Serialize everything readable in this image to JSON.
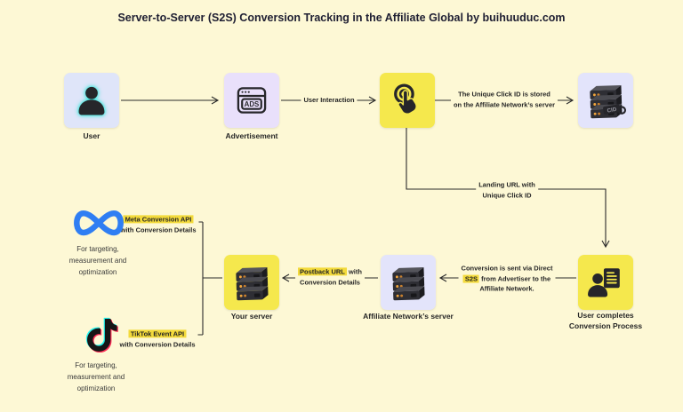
{
  "title": "Server-to-Server (S2S) Conversion Tracking in the Affiliate Global by buihuuduc.com",
  "colors": {
    "background": "#fdf8d5",
    "node_yellow": "#f5e84d",
    "node_lavender": "#e3e4fb",
    "node_user_bg": "#dfe5f9",
    "node_ad_bg": "#e9e0fb",
    "label_highlight": "#f3da3b",
    "line": "#2b2b2b",
    "text": "#262626",
    "title_text": "#1e1e32",
    "meta_blue": "#2f7ef3",
    "tiktok_cyan": "#25f4ee",
    "tiktok_red": "#fe2c55",
    "icon_dark": "#26262a",
    "user_glow": "#3fe8dd",
    "led_orange": "#f0a43c"
  },
  "nodes": {
    "user": {
      "label": "User"
    },
    "advertisement": {
      "label": "Advertisement",
      "icon_text": "ADS"
    },
    "affiliate_server_top": {
      "tag": "CID"
    },
    "user_completes": {
      "label_line1": "User completes",
      "label_line2": "Conversion Process"
    },
    "affiliate_server": {
      "label": "Affiliate Network’s server"
    },
    "your_server": {
      "label": "Your server"
    },
    "meta": {
      "caption_line1": "For targeting,",
      "caption_line2": "measurement and",
      "caption_line3": "optimization"
    },
    "tiktok": {
      "caption_line1": "For targeting,",
      "caption_line2": "measurement and",
      "caption_line3": "optimization"
    }
  },
  "edges": {
    "user_interaction": {
      "label": "User Interaction"
    },
    "click_id_stored": {
      "line1": "The Unique Click ID is stored",
      "line2": "on the Affiliate Network’s server"
    },
    "landing_url": {
      "line1": "Landing URL with",
      "line2": "Unique Click ID"
    },
    "conversion_sent": {
      "line1": "Conversion is sent via Direct",
      "line2_highlight": "S2S",
      "line2_rest": " from Advertiser to the",
      "line3": "Affiliate Network."
    },
    "postback": {
      "line1_highlight": "Postback URL",
      "line1_rest": " with",
      "line2": "Conversion Details"
    },
    "meta_api": {
      "line1_highlight": "Meta Conversion API",
      "line2": "with Conversion Details"
    },
    "tiktok_api": {
      "line1_highlight": "TikTok Event API",
      "line2": "with Conversion Details"
    }
  }
}
